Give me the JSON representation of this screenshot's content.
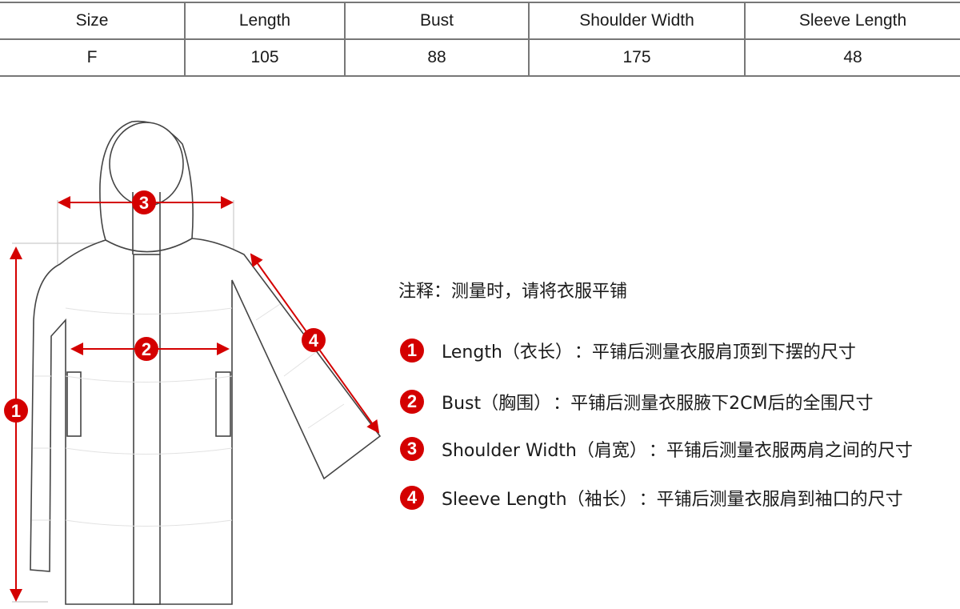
{
  "size_table": {
    "headers": [
      "Size",
      "Length",
      "Bust",
      "Shoulder Width",
      "Sleeve Length"
    ],
    "rows": [
      [
        "F",
        "105",
        "88",
        "175",
        "48"
      ]
    ]
  },
  "diagram": {
    "markers": [
      "1",
      "2",
      "3",
      "4"
    ],
    "accent_color": "#d40000"
  },
  "notes": {
    "title": "注释：测量时，请将衣服平铺",
    "items": [
      {
        "number": "1",
        "label": "Length（衣长）",
        "desc": "：平铺后测量衣服肩顶到下摆的尺寸"
      },
      {
        "number": "2",
        "label": "Bust（胸围）",
        "desc": "：平铺后测量衣服腋下2CM后的全围尺寸"
      },
      {
        "number": "3",
        "label": "Shoulder Width（肩宽）",
        "desc": "：平铺后测量衣服两肩之间的尺寸"
      },
      {
        "number": "4",
        "label": "Sleeve Length（袖长）",
        "desc": "：平铺后测量衣服肩到袖口的尺寸"
      }
    ]
  }
}
